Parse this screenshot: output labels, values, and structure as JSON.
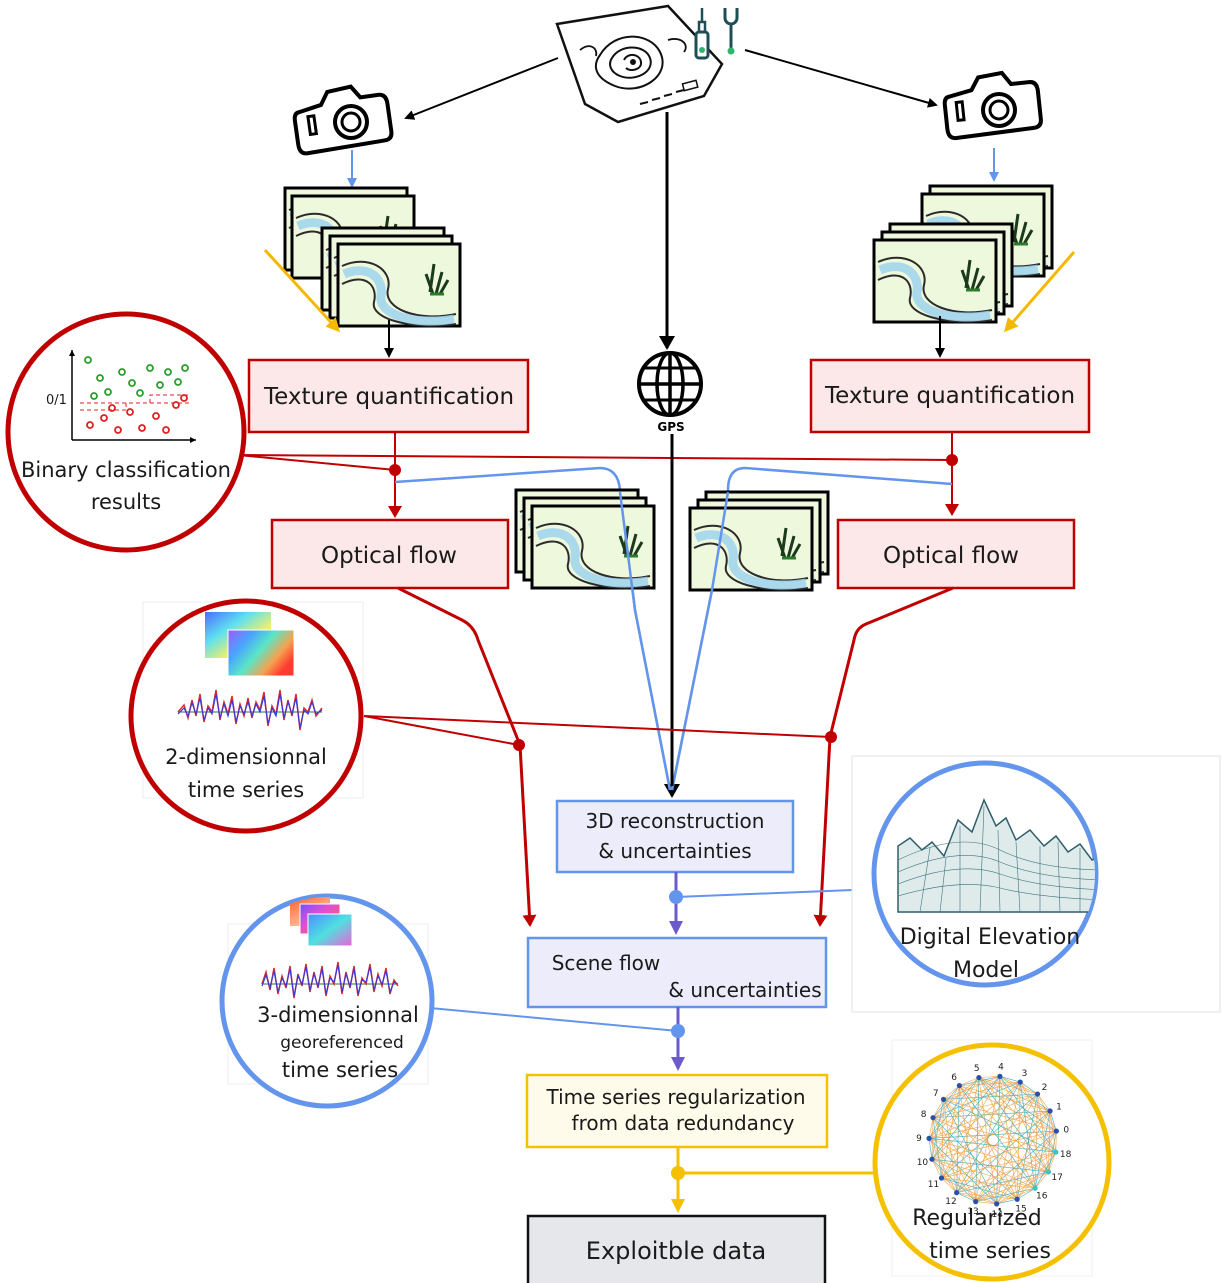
{
  "boxes": {
    "texture_left": "Texture quantification",
    "texture_right": "Texture quantification",
    "optical_left": "Optical flow",
    "optical_right": "Optical flow",
    "recon_line1": "3D reconstruction",
    "recon_line2": "& uncertainties",
    "scene_line1": "Scene flow",
    "scene_line2": "& uncertainties",
    "reg_line1": "Time series regularization",
    "reg_line2": "from data redundancy",
    "exploit": "Exploitble data"
  },
  "circles": {
    "binary_line1": "Binary classification",
    "binary_line2": "results",
    "binary_axis": "0/1",
    "ts2d_line1": "2-dimensionnal",
    "ts2d_line2": "time series",
    "ts3d_line1": "3-dimensionnal",
    "ts3d_line2": "georeferenced",
    "ts3d_line3": "time series",
    "dem_line1": "Digital Elevation",
    "dem_line2": "Model",
    "regts_line1": "Regularized",
    "regts_line2": "time series"
  },
  "gps_label": "GPS",
  "network_nodes": [
    "0",
    "1",
    "2",
    "3",
    "4",
    "5",
    "6",
    "7",
    "8",
    "9",
    "10",
    "11",
    "12",
    "13",
    "14",
    "15",
    "16",
    "17",
    "18"
  ],
  "colors": {
    "red": "#c00000",
    "red_fill": "#fce8e8",
    "blue": "#6495ed",
    "blue_fill": "#ececfb",
    "yellow": "#f5c000",
    "yellow_fill": "#fffbea",
    "gray_fill": "#e6e7ea",
    "purple": "#6a5acd",
    "black": "#000000"
  }
}
